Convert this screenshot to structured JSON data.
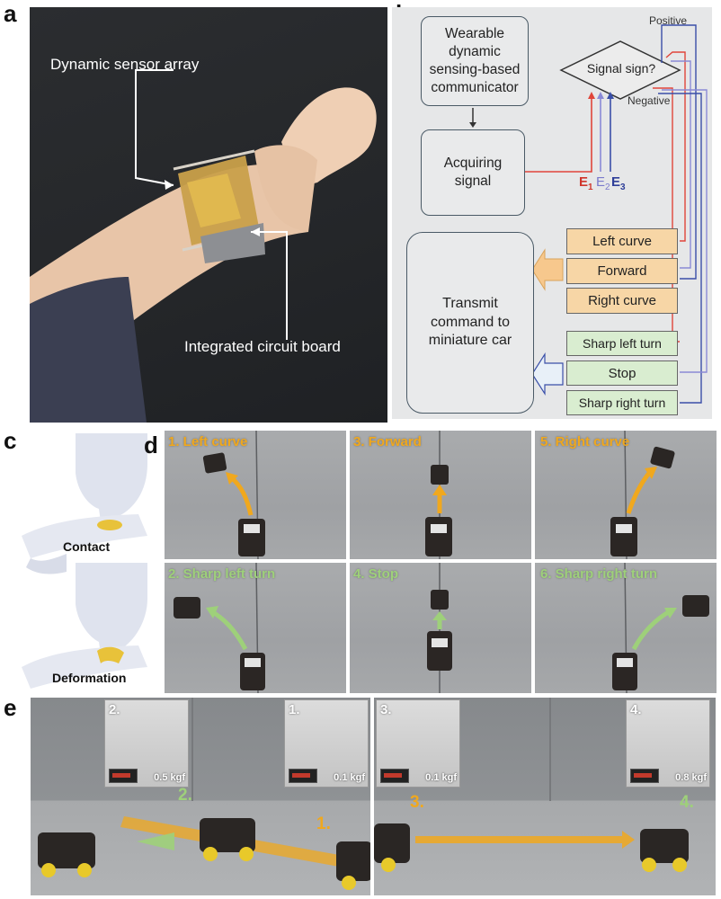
{
  "panels": {
    "a": {
      "label": "a",
      "sensor_label": "Dynamic sensor array",
      "board_label": "Integrated circuit board"
    },
    "b": {
      "label": "b",
      "communicator": "Wearable dynamic sensing-based communicator",
      "acquiring": "Acquiring signal",
      "decision": "Signal sign?",
      "positive": "Positive",
      "negative": "Negative",
      "e1": "E",
      "e1_sub": "1",
      "e2": "E",
      "e2_sub": "2",
      "e3": "E",
      "e3_sub": "3",
      "transmit": "Transmit command to miniature car",
      "commands_positive": [
        "Left curve",
        "Forward",
        "Right curve"
      ],
      "commands_negative": [
        "Sharp left turn",
        "Stop",
        "Sharp right turn"
      ]
    },
    "c": {
      "label": "c",
      "contact": "Contact",
      "deformation": "Deformation"
    },
    "d": {
      "label": "d",
      "cells": [
        "1. Left curve",
        "3. Forward",
        "5. Right curve",
        "2. Sharp left turn",
        "4. Stop",
        "6. Sharp right turn"
      ]
    },
    "e": {
      "label": "e",
      "insets": [
        {
          "num": "2.",
          "force": "0.5 kgf"
        },
        {
          "num": "1.",
          "force": "0.1 kgf"
        },
        {
          "num": "3.",
          "force": "0.1 kgf"
        },
        {
          "num": "4.",
          "force": "0.8 kgf"
        }
      ],
      "markers": [
        "2.",
        "1.",
        "3.",
        "4."
      ]
    }
  },
  "colors": {
    "orange": "#f0a81e",
    "green": "#9ed07a",
    "red_line": "#e0453a",
    "blue_line": "#3a4fa8",
    "purple_line": "#8a8ad6"
  }
}
